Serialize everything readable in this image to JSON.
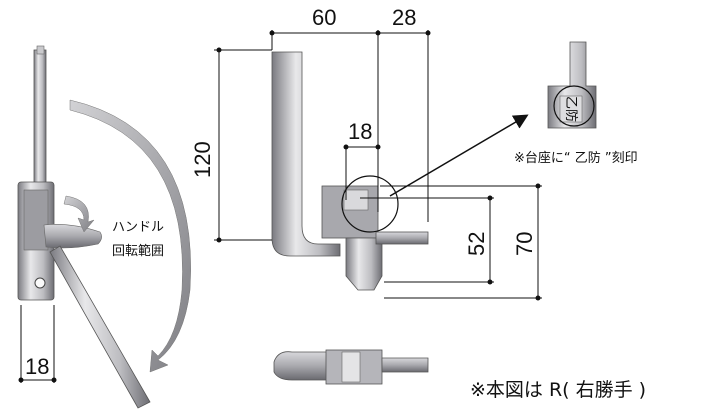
{
  "dimensions": {
    "width_60": "60",
    "width_28": "28",
    "height_120": "120",
    "width_18_top": "18",
    "height_52": "52",
    "height_70": "70",
    "width_18_left": "18"
  },
  "labels": {
    "handle_rotation_line1": "ハンドル",
    "handle_rotation_line2": "回転範囲",
    "stamp_note": "※台座に“ 乙防 ”刻印",
    "stamp_text": "乙防",
    "figure_note": "※本図は R( 右勝手 )"
  },
  "colors": {
    "metal_light": "#e4e4e6",
    "metal_mid": "#b9b9bd",
    "metal_dark": "#6f6f75",
    "arrow_gray": "#8c8c90"
  }
}
